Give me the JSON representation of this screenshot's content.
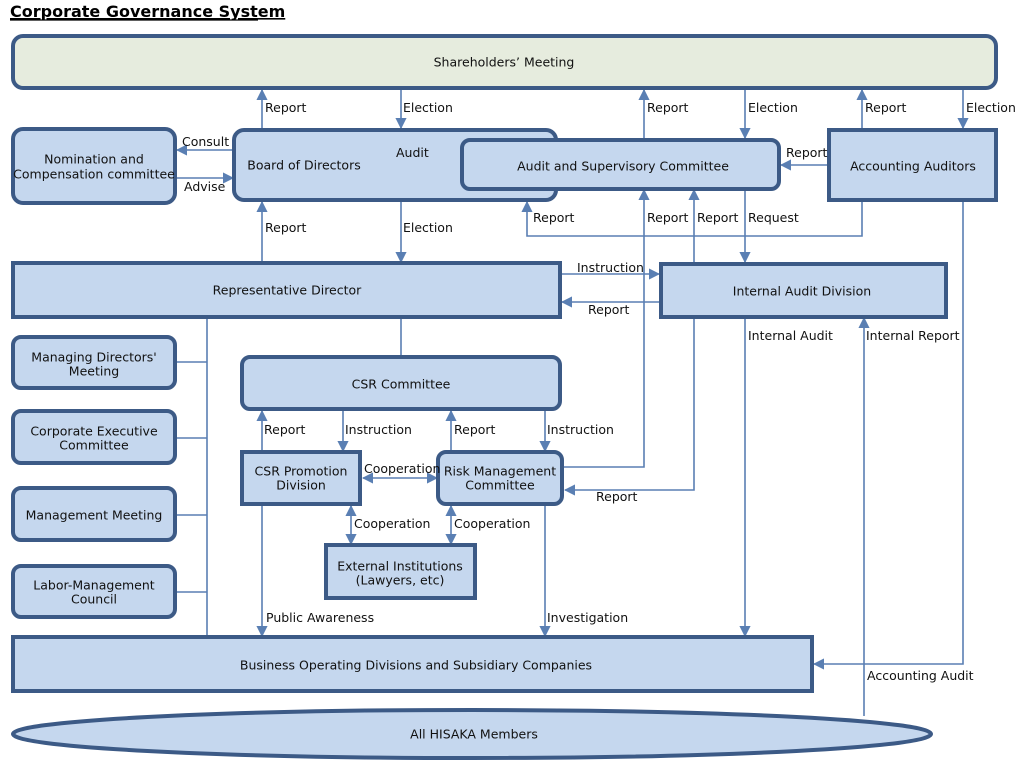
{
  "title": "Corporate Governance System",
  "nodes": {
    "shareholders": "Shareholders’ Meeting",
    "nomination": [
      "Nomination and",
      "Compensation committee"
    ],
    "board": "Board of Directors",
    "audit_committee": "Audit and Supervisory Committee",
    "accounting_auditors": "Accounting Auditors",
    "rep_director": "Representative Director",
    "internal_audit_div": "Internal Audit Division",
    "managing_directors": [
      "Managing Directors'",
      "Meeting"
    ],
    "corp_exec": [
      "Corporate Executive",
      "Committee"
    ],
    "management_meeting": "Management Meeting",
    "labor_mgmt": [
      "Labor-Management",
      "Council"
    ],
    "csr_committee": "CSR Committee",
    "csr_promotion": [
      "CSR Promotion",
      "Division"
    ],
    "risk_mgmt": [
      "Risk Management",
      "Committee"
    ],
    "external": [
      "External Institutions",
      "(Lawyers, etc)"
    ],
    "business": "Business Operating Divisions and Subsidiary Companies",
    "members": "All HISAKA Members"
  },
  "edges": {
    "report": "Report",
    "election": "Election",
    "consult": "Consult",
    "advise": "Advise",
    "audit": "Audit",
    "request": "Request",
    "instruction": "Instruction",
    "internal_audit": "Internal Audit",
    "internal_report": "Internal Report",
    "cooperation": "Cooperation",
    "public_awareness": "Public Awareness",
    "investigation": "Investigation",
    "accounting_audit": "Accounting Audit"
  }
}
